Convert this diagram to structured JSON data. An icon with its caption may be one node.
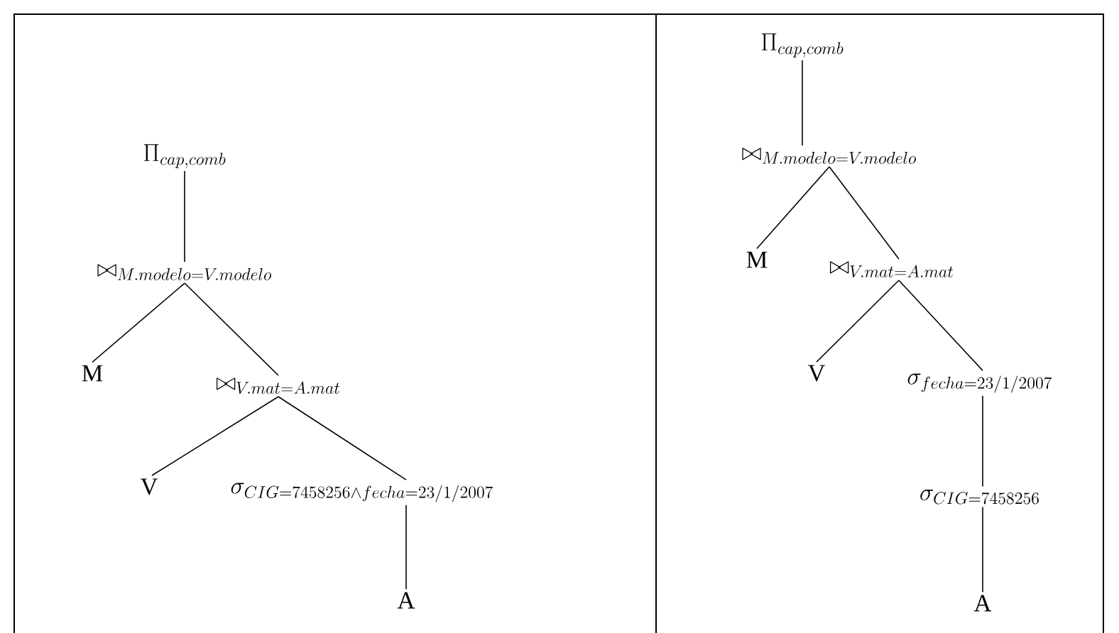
{
  "diagram": {
    "nodes": [
      {
        "text": [
          "\\Pi_{cap,comb}"
        ]
      },
      {
        "text": [
          "\\bowtie_{M.modelo=V.modelo}"
        ]
      },
      {
        "text": [
          "M"
        ]
      },
      {
        "text": [
          "\\bowtie_{V.mat=A.mat}"
        ]
      },
      {
        "text": [
          "V"
        ]
      },
      {
        "text": [
          "\\sigma_{CIG=7458256\\wedge fecha=23/1/2007}"
        ]
      },
      {
        "text": [
          "A"
        ]
      },
      {
        "text": [
          "\\Pi_{cap,comb}"
        ]
      },
      {
        "text": [
          "\\bowtie_{M.modelo=V.modelo}"
        ]
      },
      {
        "text": [
          "M"
        ]
      },
      {
        "text": [
          "\\bowtie_{V.mat=A.mat}"
        ]
      },
      {
        "text": [
          "V"
        ]
      },
      {
        "text": [
          "\\sigma_{fecha=23/1/2007}"
        ]
      },
      {
        "text": [
          "\\sigma_{CIG=7458256}"
        ]
      },
      {
        "text": [
          "A"
        ]
      }
    ],
    "edges": [
      {
        "from": 0,
        "to": 1,
        "arrow": "none"
      },
      {
        "from": 1,
        "to": 2,
        "arrow": "none"
      },
      {
        "from": 1,
        "to": 3,
        "arrow": "none"
      },
      {
        "from": 3,
        "to": 4,
        "arrow": "none"
      },
      {
        "from": 3,
        "to": 5,
        "arrow": "none"
      },
      {
        "from": 5,
        "to": 6,
        "arrow": "none"
      },
      {
        "from": 7,
        "to": 8,
        "arrow": "none"
      },
      {
        "from": 8,
        "to": 9,
        "arrow": "none"
      },
      {
        "from": 8,
        "to": 10,
        "arrow": "none"
      },
      {
        "from": 10,
        "to": 11,
        "arrow": "none"
      },
      {
        "from": 10,
        "to": 12,
        "arrow": "none"
      },
      {
        "from": 12,
        "to": 13,
        "arrow": "none"
      },
      {
        "from": 13,
        "to": 14,
        "arrow": "none"
      }
    ]
  }
}
